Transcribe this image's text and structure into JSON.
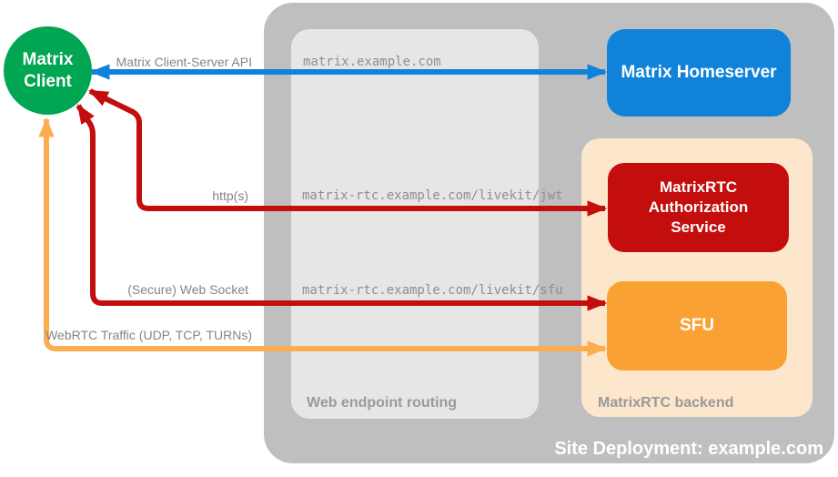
{
  "diagram": {
    "title_caption": "Site Deployment: example.com",
    "nodes": {
      "client": {
        "label": "Matrix Client",
        "color": "#00a651"
      },
      "homeserver": {
        "label": "Matrix Homeserver",
        "color": "#1182da"
      },
      "auth_service": {
        "label": "MatrixRTC Authorization Service",
        "color": "#c40d0d"
      },
      "sfu": {
        "label": "SFU",
        "color": "#f9a233"
      }
    },
    "containers": {
      "routing": {
        "caption": "Web endpoint routing",
        "color": "#e6e6e6"
      },
      "backend": {
        "caption": "MatrixRTC backend",
        "color": "#fce6cc"
      },
      "deployment": {
        "color": "#bfbfbf"
      }
    },
    "arrows": [
      {
        "name": "matrix-client-server-api",
        "label": "Matrix Client-Server API",
        "endpoint": "matrix.example.com",
        "from": "Matrix Client",
        "to": "Matrix Homeserver",
        "color": "#1182da",
        "bidirectional": true
      },
      {
        "name": "https",
        "label": "http(s)",
        "endpoint": "matrix-rtc.example.com/livekit/jwt",
        "from": "Matrix Client",
        "to": "MatrixRTC Authorization Service",
        "color": "#c40d0d",
        "bidirectional": true
      },
      {
        "name": "secure-web-socket",
        "label": "(Secure) Web Socket",
        "endpoint": "matrix-rtc.example.com/livekit/sfu",
        "from": "Matrix Client",
        "to": "SFU",
        "color": "#c40d0d",
        "bidirectional": true
      },
      {
        "name": "webrtc-traffic",
        "label": "WebRTC Traffic (UDP, TCP, TURNs)",
        "endpoint": "",
        "from": "Matrix Client",
        "to": "SFU",
        "color": "#fbae4f",
        "bidirectional": true
      }
    ]
  }
}
